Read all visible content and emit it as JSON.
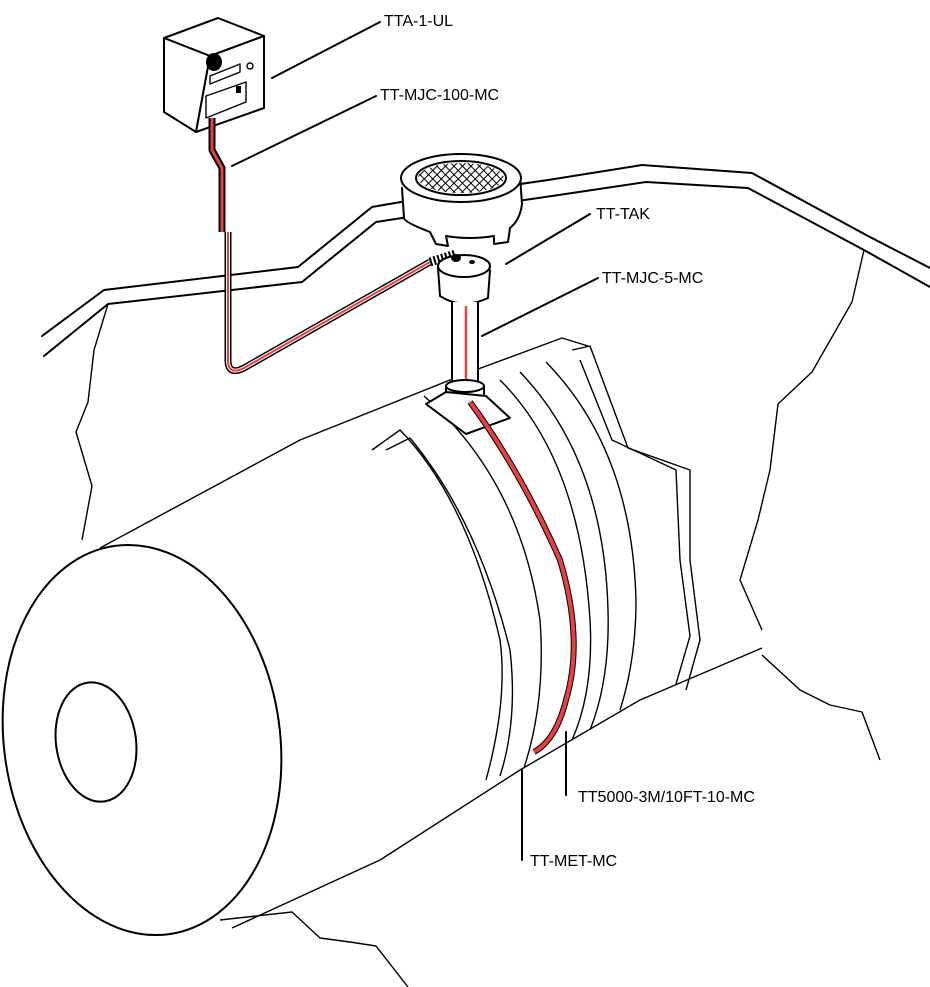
{
  "labels": {
    "controller": "TTA-1-UL",
    "leader_cable": "TT-MJC-100-MC",
    "access_kit": "TT-TAK",
    "jumper_cable": "TT-MJC-5-MC",
    "sensing_cable": "TT5000-3M/10FT-10-MC",
    "tape": "TT-MET-MC"
  },
  "colors": {
    "cable_red": "#e8403f",
    "line": "#000000",
    "background": "#ffffff"
  }
}
